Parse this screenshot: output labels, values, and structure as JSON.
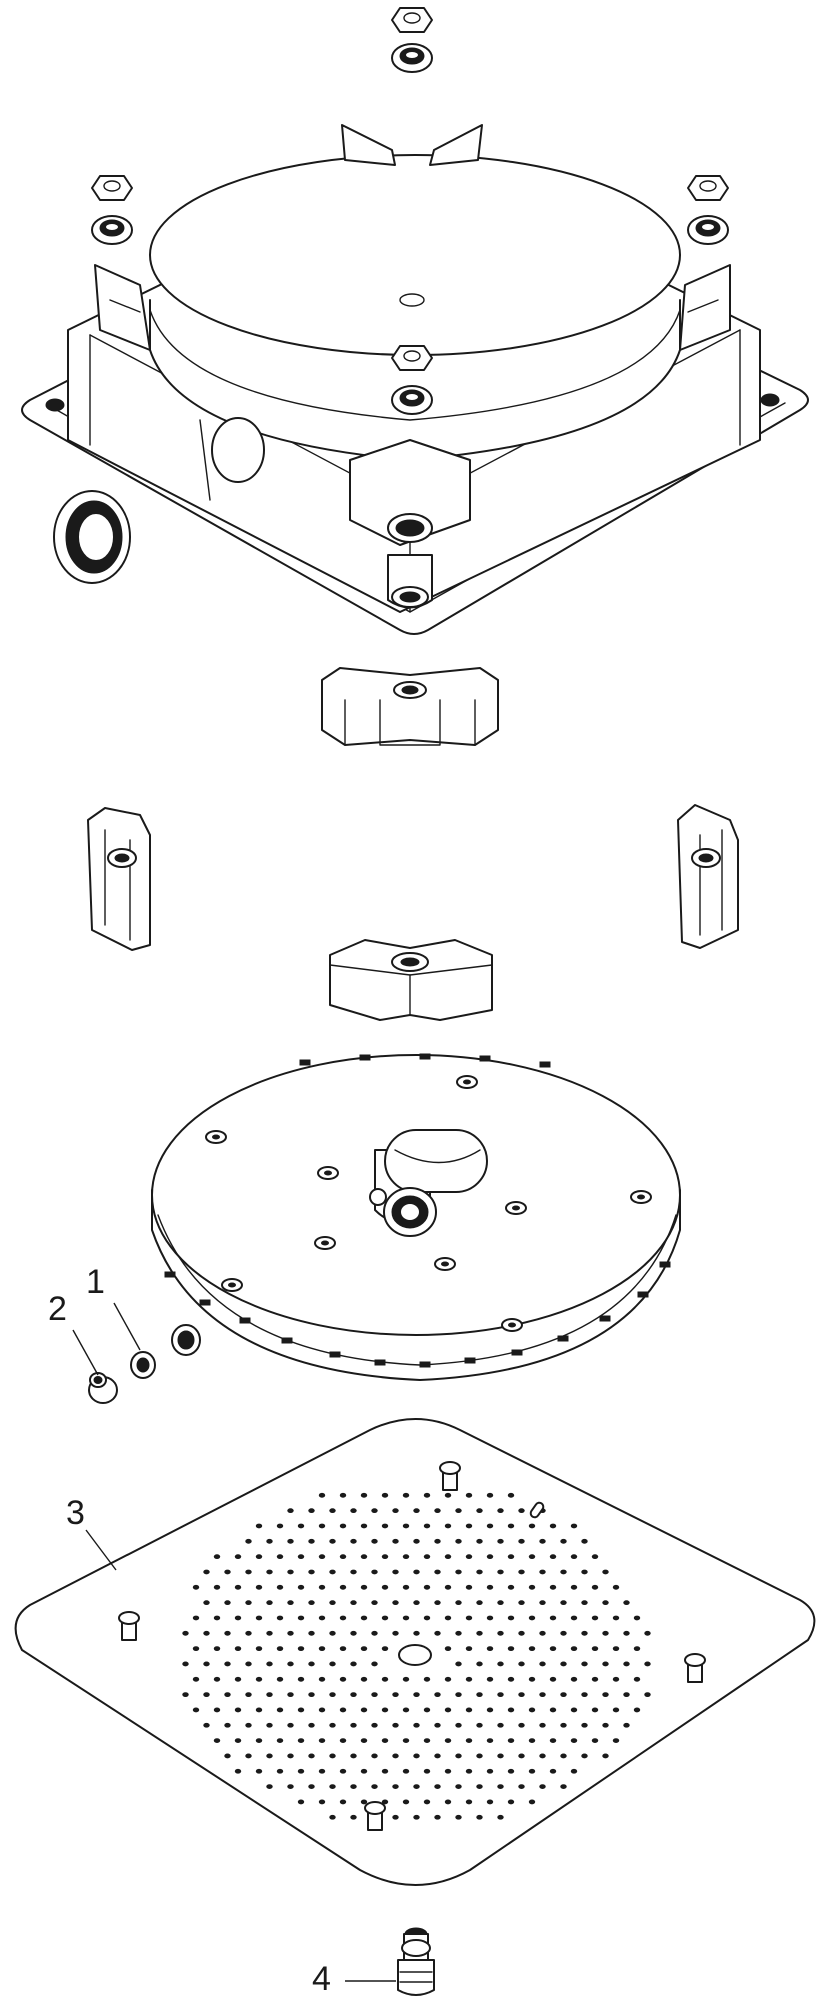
{
  "callouts": {
    "c1": "1",
    "c2": "2",
    "c3": "3",
    "c4": "4"
  },
  "colors": {
    "line": "#1a1a1a",
    "background": "#ffffff"
  }
}
